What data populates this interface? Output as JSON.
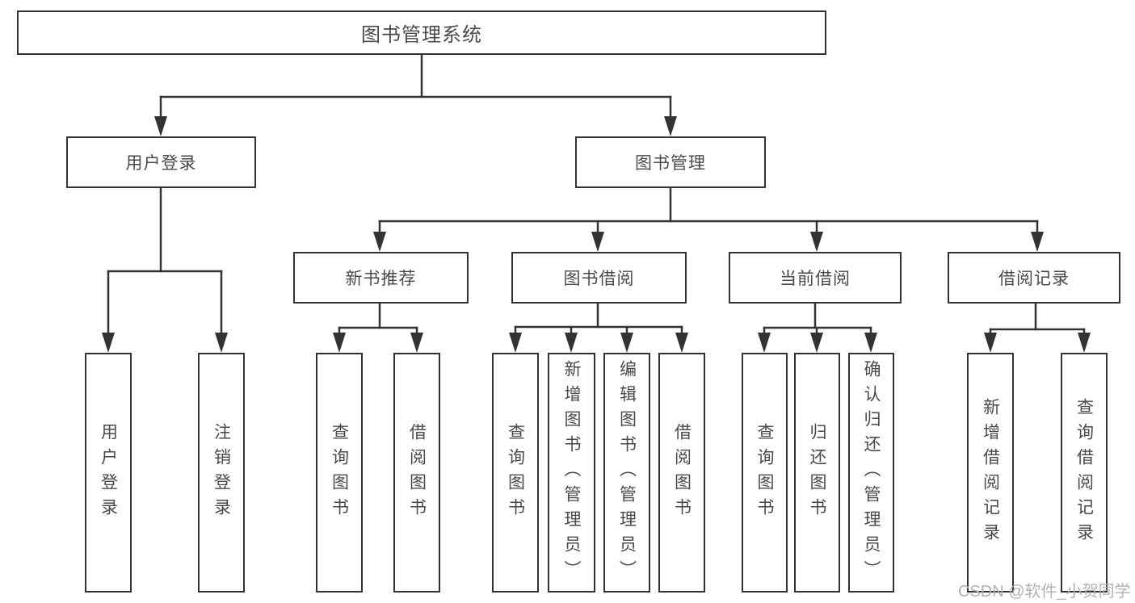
{
  "diagram": {
    "title": "图书管理系统",
    "level2": [
      {
        "label": "用户登录"
      },
      {
        "label": "图书管理"
      }
    ],
    "level3": [
      {
        "label": "新书推荐"
      },
      {
        "label": "图书借阅"
      },
      {
        "label": "当前借阅"
      },
      {
        "label": "借阅记录"
      }
    ],
    "leaves_user_login": [
      {
        "label": "用户登录"
      },
      {
        "label": "注销登录"
      }
    ],
    "leaves_new_book": [
      {
        "label": "查询图书"
      },
      {
        "label": "借阅图书"
      }
    ],
    "leaves_book_borrow": [
      {
        "label": "查询图书"
      },
      {
        "label": "新增图书（管理员）"
      },
      {
        "label": "编辑图书（管理员）"
      },
      {
        "label": "借阅图书"
      }
    ],
    "leaves_current_borrow": [
      {
        "label": "查询图书"
      },
      {
        "label": "归还图书"
      },
      {
        "label": "确认归还（管理员）"
      }
    ],
    "leaves_borrow_record": [
      {
        "label": "新增借阅记录"
      },
      {
        "label": "查询借阅记录"
      }
    ]
  },
  "watermark": {
    "text": "CSDN @软件_小贺同学"
  },
  "colors": {
    "line": "#333333",
    "box_border": "#333333",
    "box_fill": "#ffffff",
    "text": "#4a4a4a",
    "watermark": "#b2b2b2",
    "background": "#ffffff"
  }
}
